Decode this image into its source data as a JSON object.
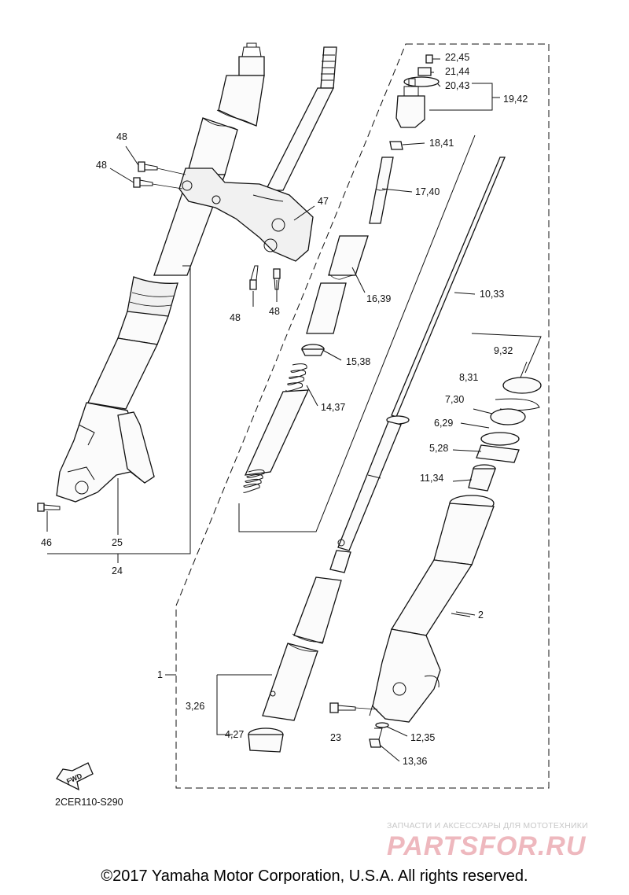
{
  "labels": {
    "l_22_45": "22,45",
    "l_21_44": "21,44",
    "l_20_43": "20,43",
    "l_19_42": "19,42",
    "l_18_41": "18,41",
    "l_17_40": "17,40",
    "l_16_39": "16,39",
    "l_15_38": "15,38",
    "l_14_37": "14,37",
    "l_10_33": "10,33",
    "l_9_32": "9,32",
    "l_8_31": "8,31",
    "l_7_30": "7,30",
    "l_6_29": "6,29",
    "l_5_28": "5,28",
    "l_11_34": "11,34",
    "l_2": "2",
    "l_1": "1",
    "l_3_26": "3,26",
    "l_4_27": "4,27",
    "l_23": "23",
    "l_12_35": "12,35",
    "l_13_36": "13,36",
    "l_48a": "48",
    "l_48b": "48",
    "l_48c": "48",
    "l_48d": "48",
    "l_47": "47",
    "l_46": "46",
    "l_25": "25",
    "l_24": "24"
  },
  "fwd_label": "FWD",
  "diagram_code": "2CER110-S290",
  "watermark": {
    "subtitle": "ЗАПЧАСТИ И АКСЕССУАРЫ ДЛЯ МОТОТЕХНИКИ",
    "logo_text": "PARTSFOR.RU"
  },
  "copyright": "©2017 Yamaha Motor Corporation, U.S.A. All rights reserved."
}
